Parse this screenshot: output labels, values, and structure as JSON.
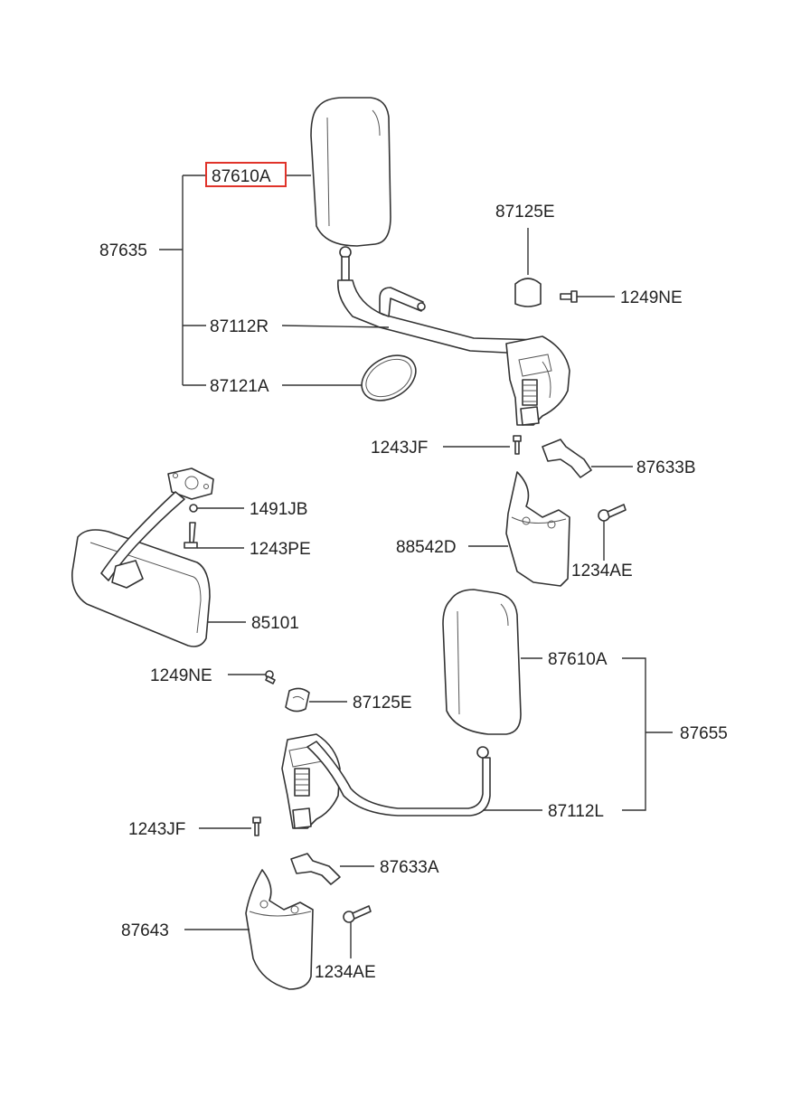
{
  "labels": {
    "p87610A_top": "87610A",
    "p87635": "87635",
    "p87125E_top": "87125E",
    "p1249NE_top": "1249NE",
    "p87112R": "87112R",
    "p87121A": "87121A",
    "p1243JF_top": "1243JF",
    "p87633B": "87633B",
    "p1491JB": "1491JB",
    "p1243PE": "1243PE",
    "p88542D": "88542D",
    "p1234AE_top": "1234AE",
    "p85101": "85101",
    "p87610A_bottom": "87610A",
    "p1249NE_bottom": "1249NE",
    "p87125E_bottom": "87125E",
    "p87655": "87655",
    "p87112L": "87112L",
    "p1243JF_bottom": "1243JF",
    "p87633A": "87633A",
    "p87643": "87643",
    "p1234AE_bottom": "1234AE"
  },
  "highlight": {
    "part": "87610A",
    "color": "#e0332a"
  }
}
